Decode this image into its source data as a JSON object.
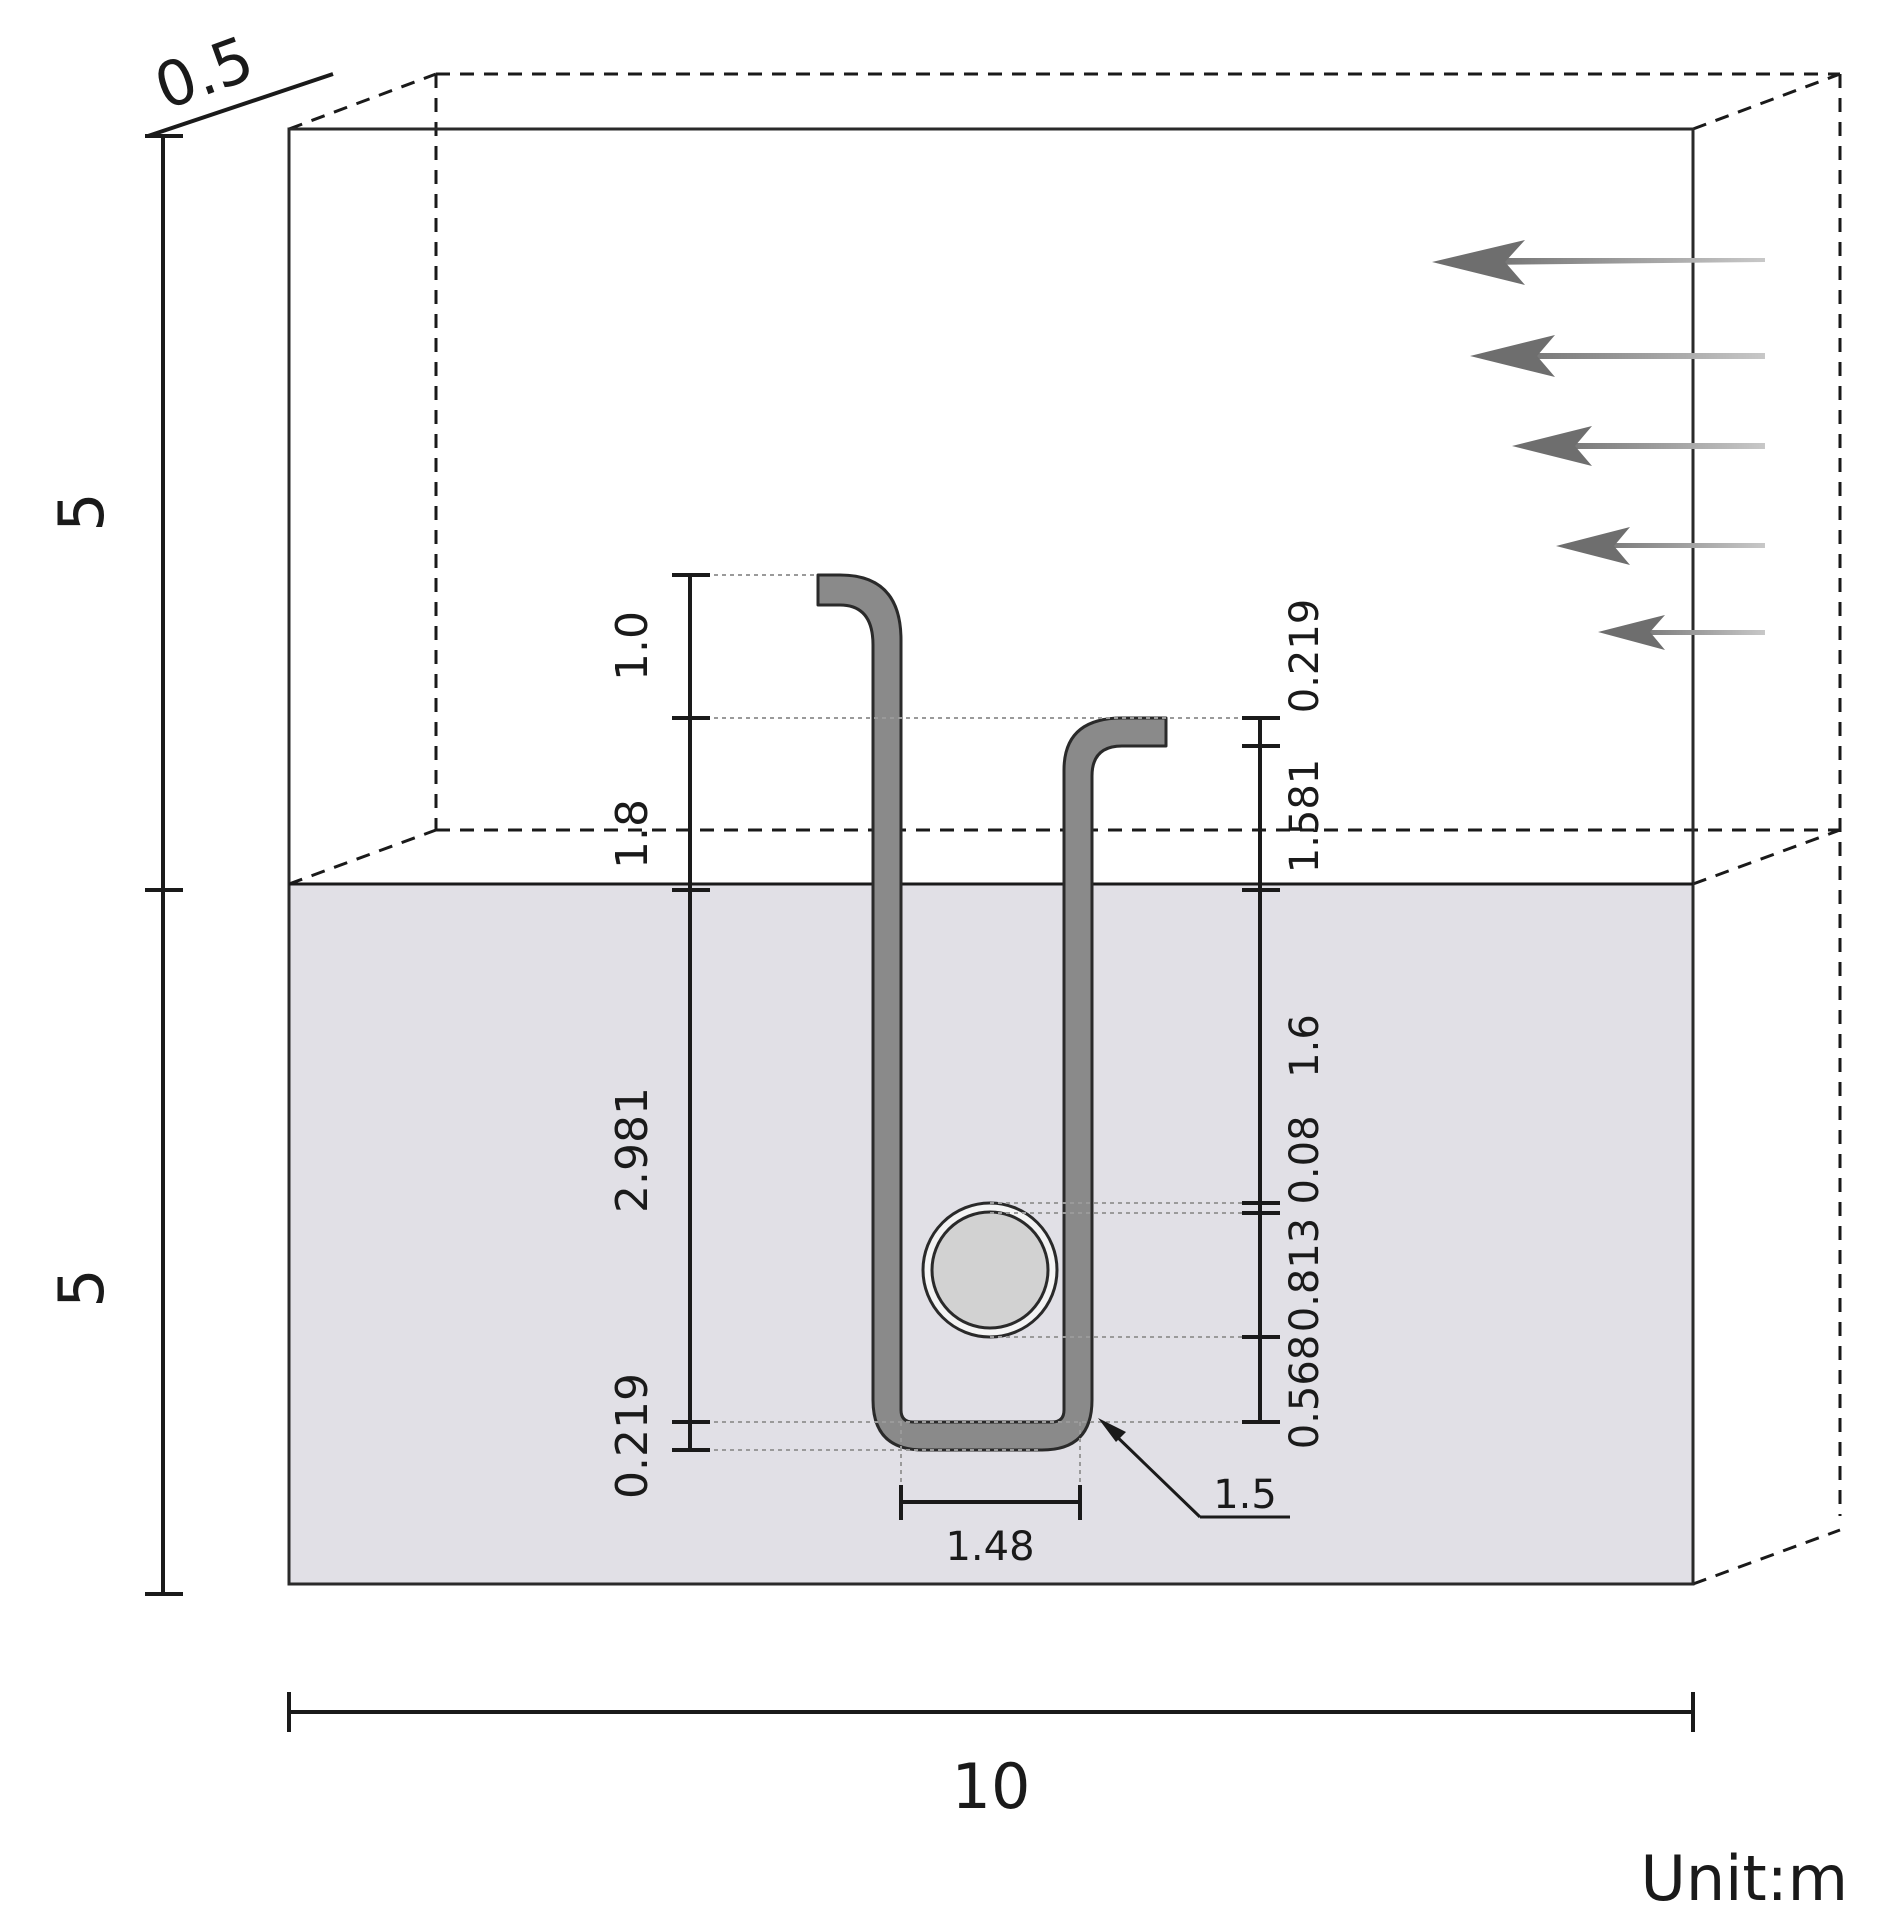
{
  "colors": {
    "water": "#e1e0e6",
    "structure": "#8a8a8a",
    "line": "#1a1a1a",
    "arrow": "#7a7a7a",
    "pipe": "#d2d2d2"
  },
  "labels": {
    "depth": "0.5",
    "height_upper": "5",
    "height_lower": "5",
    "width": "10",
    "unit": "Unit:m",
    "left_top": "1.0",
    "left_mid": "1.8",
    "left_low": "2.981",
    "left_bottom": "0.219",
    "right_top": "0.219",
    "right_upper": "1.581",
    "right_mid": "1.6",
    "right_gap": "0.08",
    "right_pipe": "0.813",
    "right_bottom": "0.568",
    "base_width": "1.48",
    "radius": "1.5"
  },
  "icons": {
    "flow": "arrow-left-icon"
  }
}
